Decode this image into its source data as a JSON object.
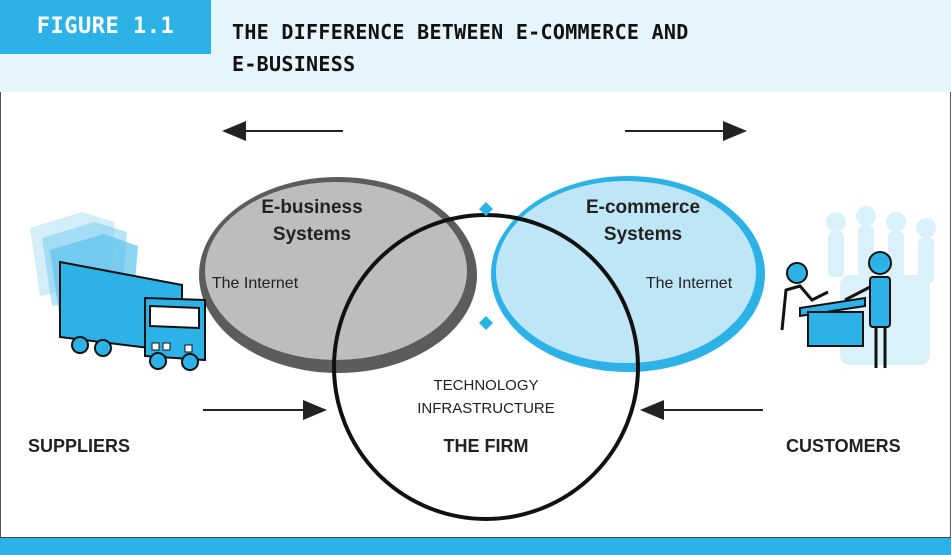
{
  "figure": {
    "label": "FIGURE 1.1",
    "title_line1": "THE DIFFERENCE BETWEEN E-COMMERCE AND",
    "title_line2": "E-BUSINESS"
  },
  "diagram": {
    "ebusiness": {
      "line1": "E-business",
      "line2": "Systems",
      "internet": "The Internet"
    },
    "ecommerce": {
      "line1": "E-commerce",
      "line2": "Systems",
      "internet": "The Internet"
    },
    "firm": {
      "tech1": "TECHNOLOGY",
      "tech2": "INFRASTRUCTURE",
      "name": "THE FIRM"
    },
    "suppliers": "SUPPLIERS",
    "customers": "CUSTOMERS"
  },
  "colors": {
    "accent": "#2cb2e6",
    "header_bg": "#e6f4fb",
    "ebusiness_fill": "#bdbdbd",
    "ebusiness_rim": "#5c5c5c",
    "ecommerce_fill": "#bfe6f7",
    "ecommerce_rim": "#2cb2e6",
    "overlap": "#5c5c5c"
  }
}
